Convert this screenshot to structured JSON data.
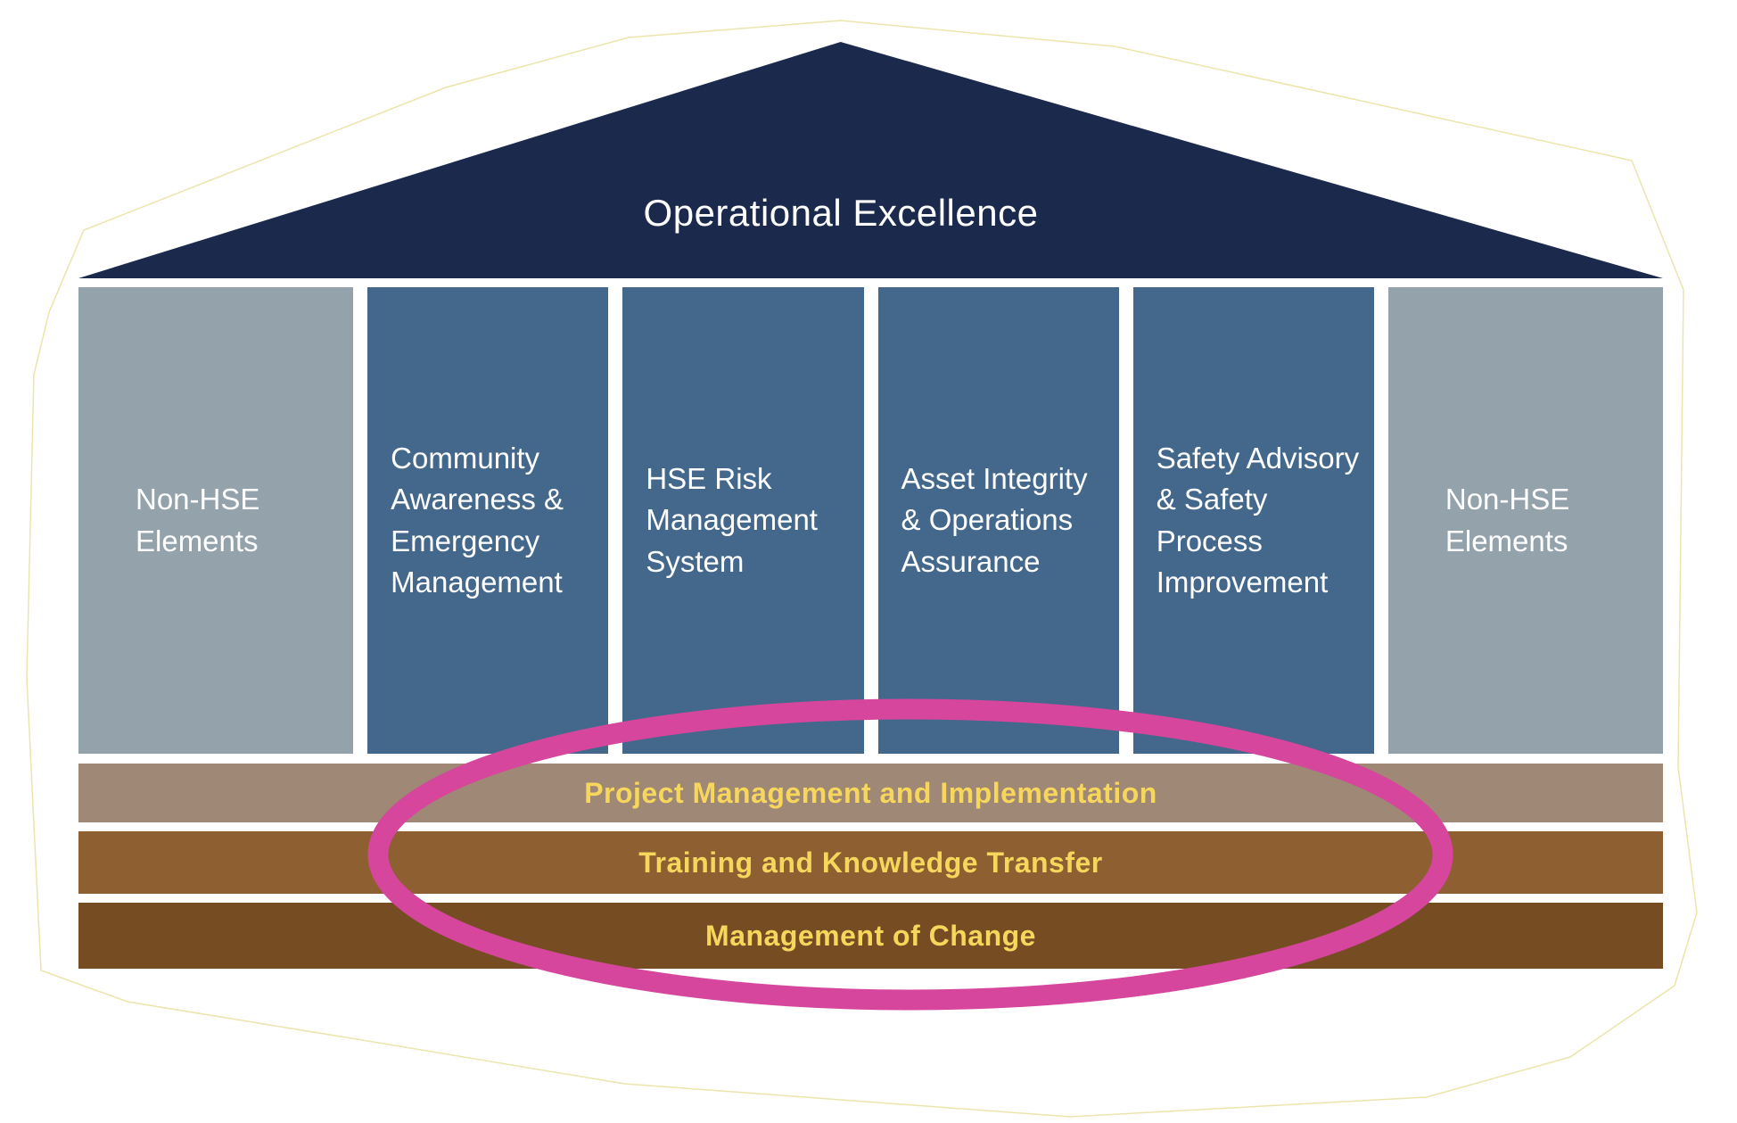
{
  "diagram": {
    "title": "Operational Excellence",
    "pillars": [
      {
        "label": "Non-HSE\nElements",
        "category": "non-hse"
      },
      {
        "label": "Community\nAwareness &\nEmergency\nManagement",
        "category": "hse"
      },
      {
        "label": "HSE Risk\nManagement\nSystem",
        "category": "hse"
      },
      {
        "label": "Asset Integrity\n& Operations\nAssurance",
        "category": "hse"
      },
      {
        "label": "Safety Advisory\n& Safety Process\nImprovement",
        "category": "hse"
      },
      {
        "label": "Non-HSE\nElements",
        "category": "non-hse"
      }
    ],
    "foundation_bars": [
      {
        "label": "Project Management and Implementation"
      },
      {
        "label": "Training and Knowledge Transfer"
      },
      {
        "label": "Management of Change"
      }
    ]
  },
  "colors": {
    "background": "#ffffff",
    "roof": "#1b2a4c",
    "roof_text": "#ffffff",
    "pillar_hse": "#44688c",
    "pillar_non_hse": "#94a2ab",
    "pillar_text": "#ffffff",
    "bar1": "#9f8876",
    "bar2": "#8d5f31",
    "bar3": "#764c23",
    "bar_text": "#f7d65c",
    "highlight_ellipse": "#d5469c",
    "outline": "#e9e2a3"
  }
}
